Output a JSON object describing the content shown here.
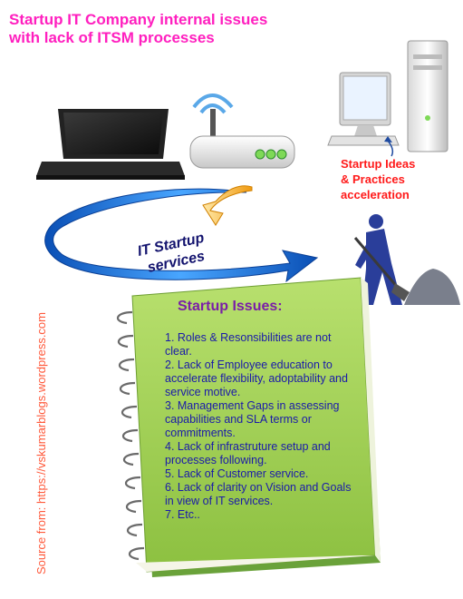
{
  "title": {
    "line1": "Startup IT Company internal issues",
    "line2": "with lack of ITSM processes"
  },
  "cycle_label": {
    "line1": "IT Startup",
    "line2": "services"
  },
  "acceleration_note": {
    "line1": "Startup Ideas",
    "line2": "& Practices",
    "line3": "acceleration"
  },
  "notebook": {
    "heading": "Startup Issues:",
    "items": [
      "1. Roles & Resonsibilities are not clear.",
      "2. Lack of Employee education to accelerate flexibility, adoptability and service motive.",
      "3. Management Gaps in assessing capabilities and SLA terms or commitments.",
      "4. Lack of  infrastruture setup and processes following.",
      "5. Lack of Customer service.",
      "6. Lack of clarity on Vision and Goals in view of IT services.",
      "7. Etc.."
    ]
  },
  "source": "Source from: https://vskumarblogs.wordpress.com",
  "colors": {
    "title": "#ff1fbf",
    "note_text": "#ff1a1a",
    "notebook_green": "#9ccd52",
    "notebook_heading": "#7a1ea8",
    "notebook_text": "#1a1aaa",
    "cycle_blue": "#1e6fd0",
    "cycle_orange": "#f0a020"
  }
}
